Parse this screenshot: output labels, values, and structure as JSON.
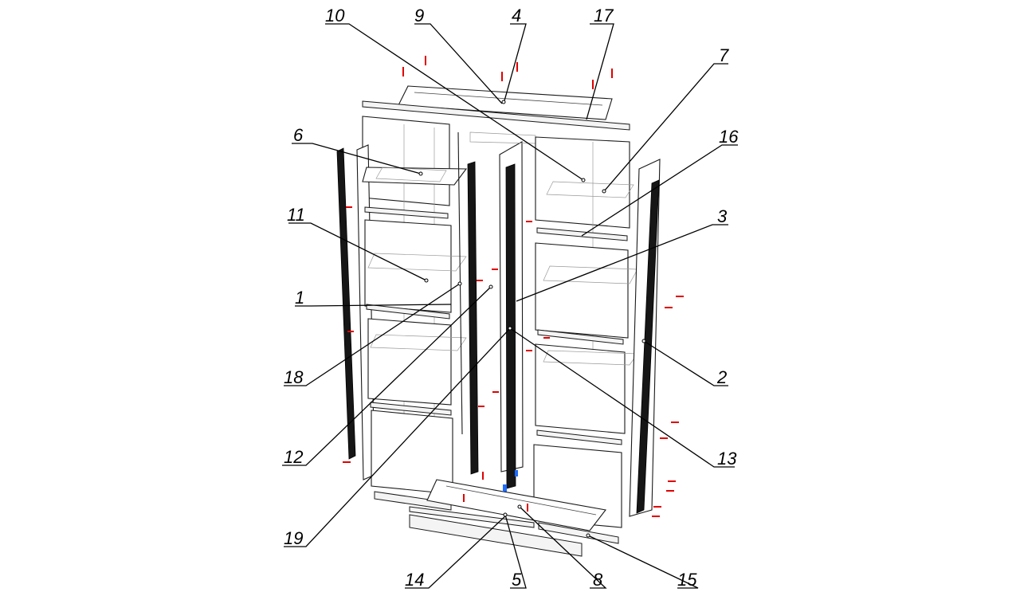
{
  "diagram": {
    "colors": {
      "line": "#1a1a1a",
      "fastener_red": "#e00000",
      "fastener_blue": "#1e6cff"
    },
    "callouts": [
      {
        "id": "10",
        "label": "10"
      },
      {
        "id": "9",
        "label": "9"
      },
      {
        "id": "4",
        "label": "4"
      },
      {
        "id": "17",
        "label": "17"
      },
      {
        "id": "7",
        "label": "7"
      },
      {
        "id": "6",
        "label": "6"
      },
      {
        "id": "16",
        "label": "16"
      },
      {
        "id": "11",
        "label": "11"
      },
      {
        "id": "3",
        "label": "3"
      },
      {
        "id": "1",
        "label": "1"
      },
      {
        "id": "18",
        "label": "18"
      },
      {
        "id": "2",
        "label": "2"
      },
      {
        "id": "12",
        "label": "12"
      },
      {
        "id": "13",
        "label": "13"
      },
      {
        "id": "19",
        "label": "19"
      },
      {
        "id": "14",
        "label": "14"
      },
      {
        "id": "5",
        "label": "5"
      },
      {
        "id": "8",
        "label": "8"
      },
      {
        "id": "15",
        "label": "15"
      }
    ]
  }
}
